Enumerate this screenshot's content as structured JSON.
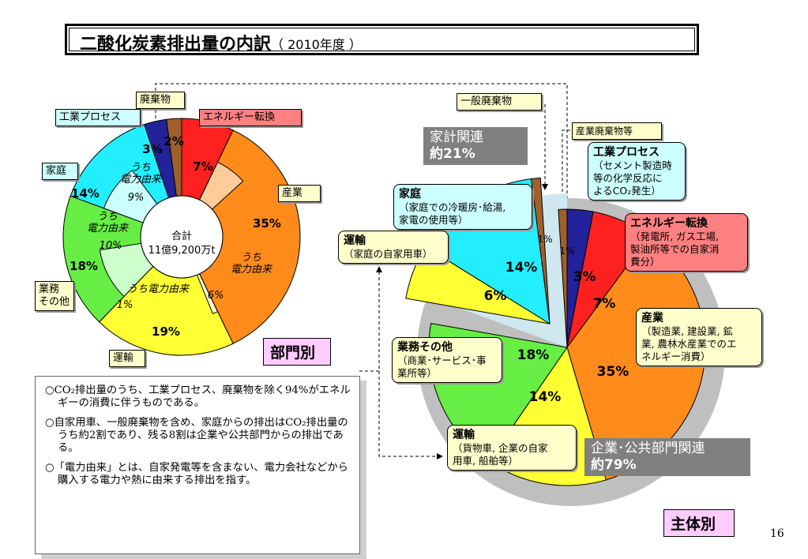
{
  "title": {
    "main": "二酸化炭素排出量の内訳",
    "sub": "（ 2010年度 ）"
  },
  "labels": {
    "sector_chart": "部門別",
    "entity_chart": "主体別",
    "total_line1": "合計",
    "total_line2": "11億9,200万t",
    "household_related_line1": "家計関連",
    "household_related_line2": "約21%",
    "business_related_line1": "企業･公共部門関連",
    "business_related_line2": "約79%",
    "page_number": "16"
  },
  "callouts": {
    "waste": "廃棄物",
    "industrial_process": "工業プロセス",
    "energy_conversion": "エネルギー転換",
    "industry": "産業",
    "household": "家庭",
    "business": "業務\nその他",
    "transport": "運輸",
    "general_waste": "一般廃棄物",
    "industrial_waste": "産業廃棄物等",
    "r_process_title": "工業プロセス",
    "r_process_detail": "（セメント製造時\n等の化学反応に\nよるCO₂発生）",
    "r_energy_title": "エネルギー転換",
    "r_energy_detail": "（発電所, ガス工場,\n製油所等での自家消\n費分）",
    "r_industry_title": "産業",
    "r_industry_detail": "（製造業, 建設業, 鉱\n業, 農林水産業でのエ\nネルギー消費）",
    "r_household_title": "家庭",
    "r_household_detail": "（家庭での冷暖房･給湯,\n家電の使用等）",
    "r_car_title": "運輸",
    "r_car_detail": "（家庭の自家用車）",
    "r_business_title": "業務その他",
    "r_business_detail": "（商業･サービス･事\n業所等）",
    "r_freight_title": "運輸",
    "r_freight_detail": "（貨物車, 企業の自家\n用車, 船舶等）"
  },
  "notes": [
    "○CO₂排出量のうち、工業プロセス、廃棄物を除く94%がエネルギーの消費に伴うものである。",
    "○自家用車、一般廃棄物を含め、家庭からの排出はCO₂排出量のうち約2割であり、残る8割は企業や公共部門からの排出である。",
    "○「電力由来」とは、自家発電等を含まない、電力会社などから購入する電力や熱に由来する排出を指す。"
  ],
  "colors": {
    "energy": "#ff2020",
    "industry": "#ff8c1a",
    "industry_elec": "#ffcc99",
    "transport": "#ffff33",
    "transport_elec": "#ffffcc",
    "business": "#66ee44",
    "business_elec": "#ccffcc",
    "household": "#22eeff",
    "household_elec": "#ccffff",
    "process": "#22229a",
    "waste": "#a0602c",
    "callout_fill": "#ffffcc",
    "callout_energy": "#ff8080",
    "callout_cyan": "#ccffff"
  },
  "chart_data": [
    {
      "type": "pie",
      "title": "部門別",
      "slices": [
        {
          "name": "エネルギー転換",
          "value": 7,
          "label": "7%",
          "color": "#ff2020"
        },
        {
          "name": "産業",
          "value": 35,
          "label": "35%",
          "color": "#ff8c1a"
        },
        {
          "name": "運輸",
          "value": 19,
          "label": "19%",
          "color": "#ffff33"
        },
        {
          "name": "業務その他",
          "value": 18,
          "label": "18%",
          "color": "#66ee44"
        },
        {
          "name": "家庭",
          "value": 14,
          "label": "14%",
          "color": "#22eeff"
        },
        {
          "name": "工業プロセス",
          "value": 3,
          "label": "3%",
          "color": "#22229a"
        },
        {
          "name": "廃棄物",
          "value": 2,
          "label": "2%",
          "color": "#a0602c"
        }
      ],
      "sub_slices": [
        {
          "parent": "産業",
          "label": "うち\n電力由来",
          "value": 6,
          "value_label": "6%"
        },
        {
          "parent": "運輸",
          "label": "うち電力由来",
          "value": 1,
          "value_label": "1%"
        },
        {
          "parent": "業務その他",
          "label": "うち\n電力由来",
          "value": 10,
          "value_label": "10%"
        },
        {
          "parent": "家庭",
          "label": "うち\n電力由来",
          "value": 9,
          "value_label": "9%"
        }
      ]
    },
    {
      "type": "pie",
      "title": "主体別",
      "slices": [
        {
          "name": "工業プロセス",
          "value": 3,
          "label": "3%",
          "color": "#22229a",
          "group": "企業・公共部門"
        },
        {
          "name": "エネルギー転換",
          "value": 7,
          "label": "7%",
          "color": "#ff2020",
          "group": "企業・公共部門"
        },
        {
          "name": "産業",
          "value": 35,
          "label": "35%",
          "color": "#ff8c1a",
          "group": "企業・公共部門"
        },
        {
          "name": "運輸（貨物車等）",
          "value": 14,
          "label": "14%",
          "color": "#ffff33",
          "group": "企業・公共部門"
        },
        {
          "name": "業務その他",
          "value": 18,
          "label": "18%",
          "color": "#66ee44",
          "group": "企業・公共部門"
        },
        {
          "name": "運輸（自家用車）",
          "value": 6,
          "label": "6%",
          "color": "#ffff33",
          "group": "家計"
        },
        {
          "name": "家庭",
          "value": 14,
          "label": "14%",
          "color": "#22eeff",
          "group": "家計"
        },
        {
          "name": "一般廃棄物",
          "value": 1,
          "label": "1%",
          "color": "#a0602c",
          "group": "家計"
        },
        {
          "name": "産業廃棄物等",
          "value": 1,
          "label": "1%",
          "color": "#a0602c",
          "group": "企業・公共部門"
        }
      ]
    }
  ]
}
